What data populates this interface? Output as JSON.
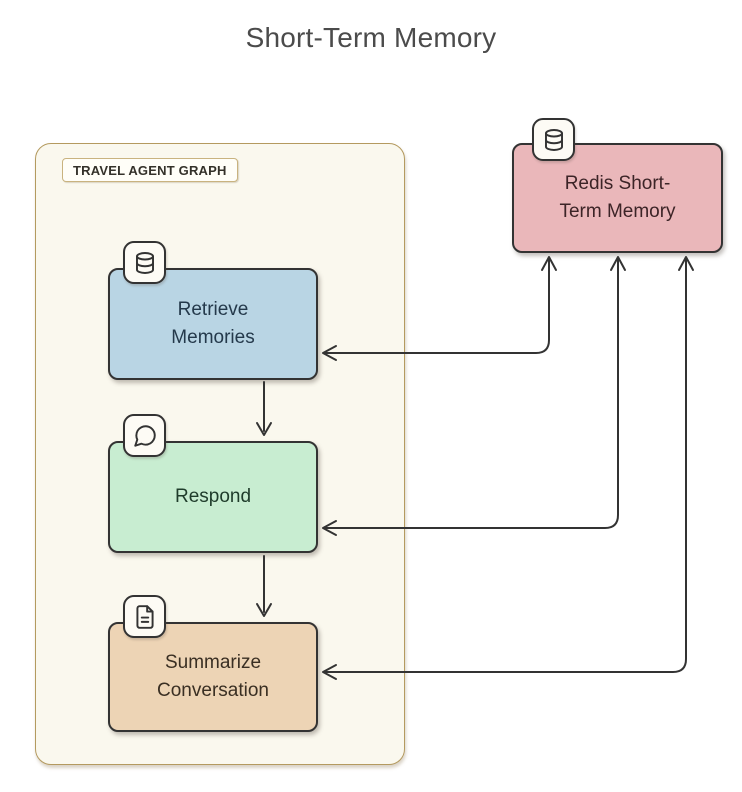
{
  "page": {
    "title": "Short-Term Memory",
    "background_color": "#ffffff"
  },
  "diagram": {
    "container": {
      "label": "TRAVEL AGENT GRAPH",
      "fill": "#faf8ee",
      "border_color": "#b49a5f"
    },
    "line_color": "#333333",
    "nodes": [
      {
        "id": "retrieve-memories",
        "label": "Retrieve\nMemories",
        "icon": "database-icon",
        "fill": "#b9d5e4",
        "text_color": "#24394b"
      },
      {
        "id": "respond",
        "label": "Respond",
        "icon": "chat-bubble-icon",
        "fill": "#c8edd1",
        "text_color": "#1f3c2b"
      },
      {
        "id": "summarize-conversation",
        "label": "Summarize\nConversation",
        "icon": "document-icon",
        "fill": "#edd4b5",
        "text_color": "#3a2f23"
      },
      {
        "id": "redis-short-term-memory",
        "label": "Redis Short-\nTerm Memory",
        "icon": "database-icon",
        "fill": "#eab7ba",
        "text_color": "#3c2427"
      }
    ],
    "edges": [
      {
        "from": "retrieve-memories",
        "to": "respond",
        "direction": "one-way"
      },
      {
        "from": "respond",
        "to": "summarize-conversation",
        "direction": "one-way"
      },
      {
        "from": "retrieve-memories",
        "to": "redis-short-term-memory",
        "direction": "two-way"
      },
      {
        "from": "respond",
        "to": "redis-short-term-memory",
        "direction": "two-way"
      },
      {
        "from": "summarize-conversation",
        "to": "redis-short-term-memory",
        "direction": "two-way"
      }
    ]
  }
}
